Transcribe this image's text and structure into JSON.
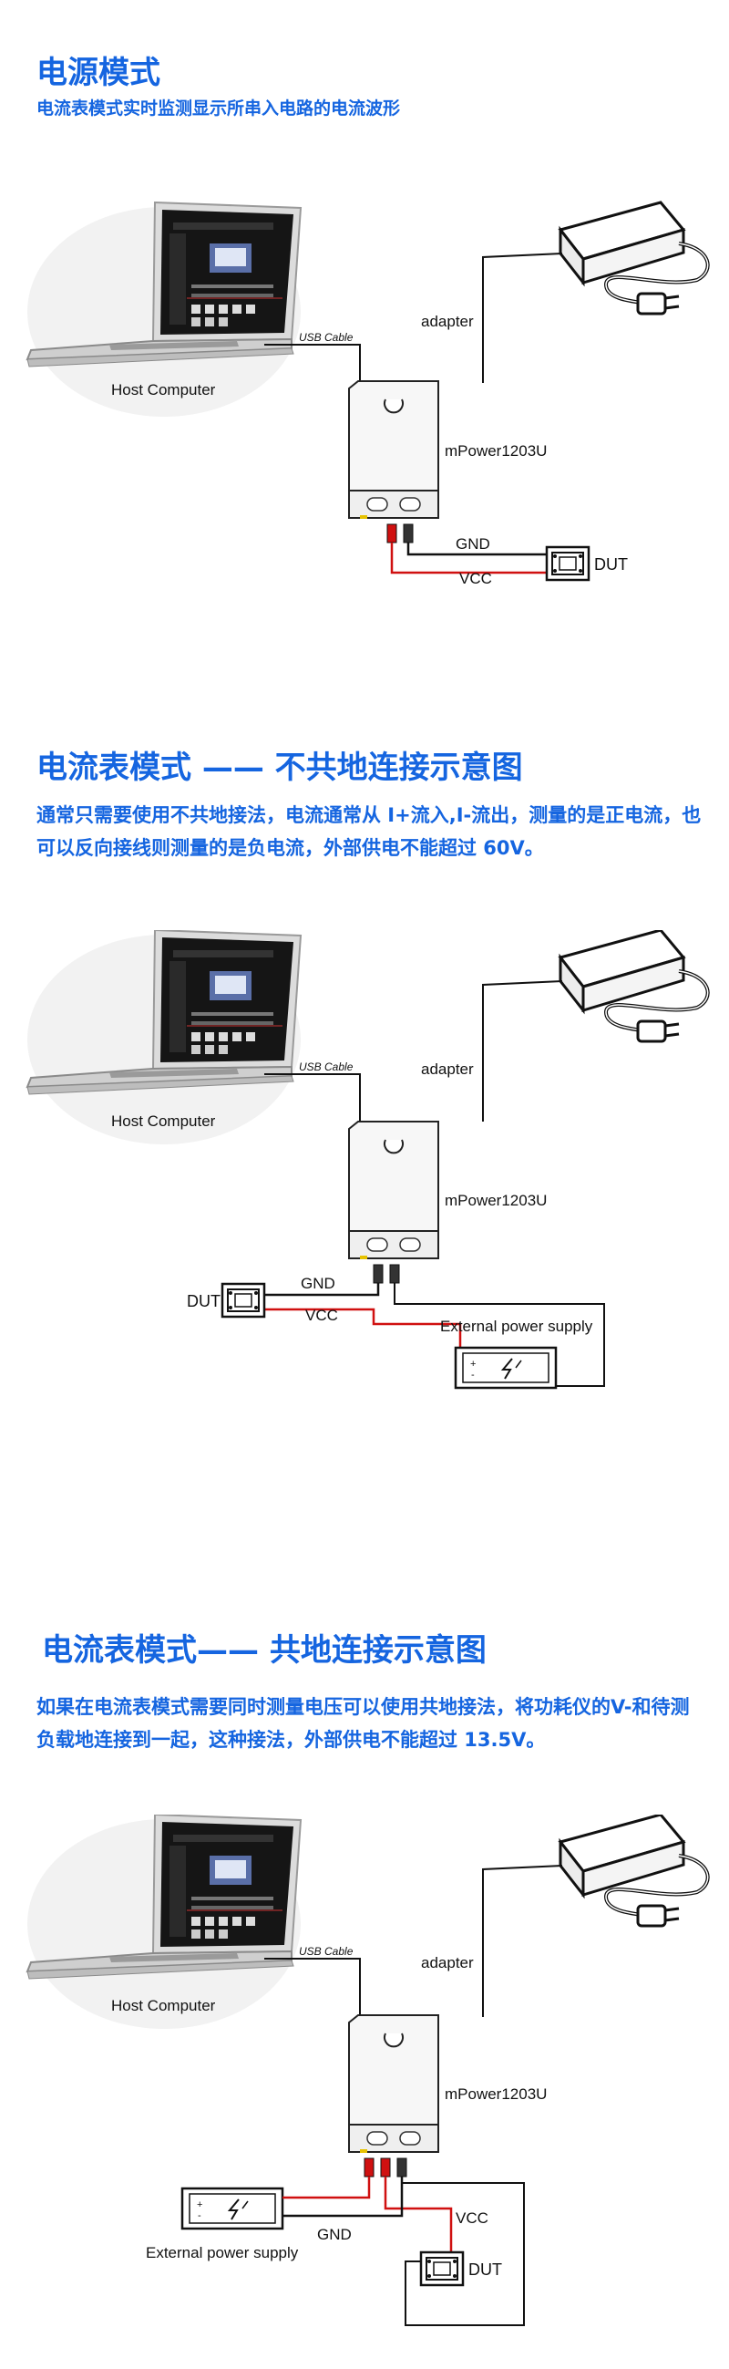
{
  "section1": {
    "title": "电源模式",
    "subtitle": "电流表模式实时监测显示所串入电路的电流波形",
    "labels": {
      "usb_cable": "USB Cable",
      "host_computer": "Host Computer",
      "adapter": "adapter",
      "device": "mPower1203U",
      "gnd": "GND",
      "vcc": "VCC",
      "dut": "DUT"
    }
  },
  "section2": {
    "title": "电流表模式 —— 不共地连接示意图",
    "desc": "通常只需要使用不共地接法，电流通常从 I+流入,I-流出，测量的是正电流，也可以反向接线则测量的是负电流，外部供电不能超过 60V。",
    "labels": {
      "usb_cable": "USB Cable",
      "host_computer": "Host Computer",
      "adapter": "adapter",
      "device": "mPower1203U",
      "gnd": "GND",
      "vcc": "VCC",
      "dut": "DUT",
      "external_supply": "External power supply"
    }
  },
  "section3": {
    "title": "电流表模式—— 共地连接示意图",
    "desc": "如果在电流表模式需要同时测量电压可以使用共地接法，将功耗仪的V-和待测负载地连接到一起，这种接法，外部供电不能超过 13.5V。",
    "labels": {
      "usb_cable": "USB Cable",
      "host_computer": "Host Computer",
      "adapter": "adapter",
      "device": "mPower1203U",
      "gnd": "GND",
      "vcc": "VCC",
      "dut": "DUT",
      "external_supply": "External power supply"
    }
  },
  "colors": {
    "heading": "#1565e0",
    "wire_red": "#d01010",
    "wire_black": "#111111"
  }
}
